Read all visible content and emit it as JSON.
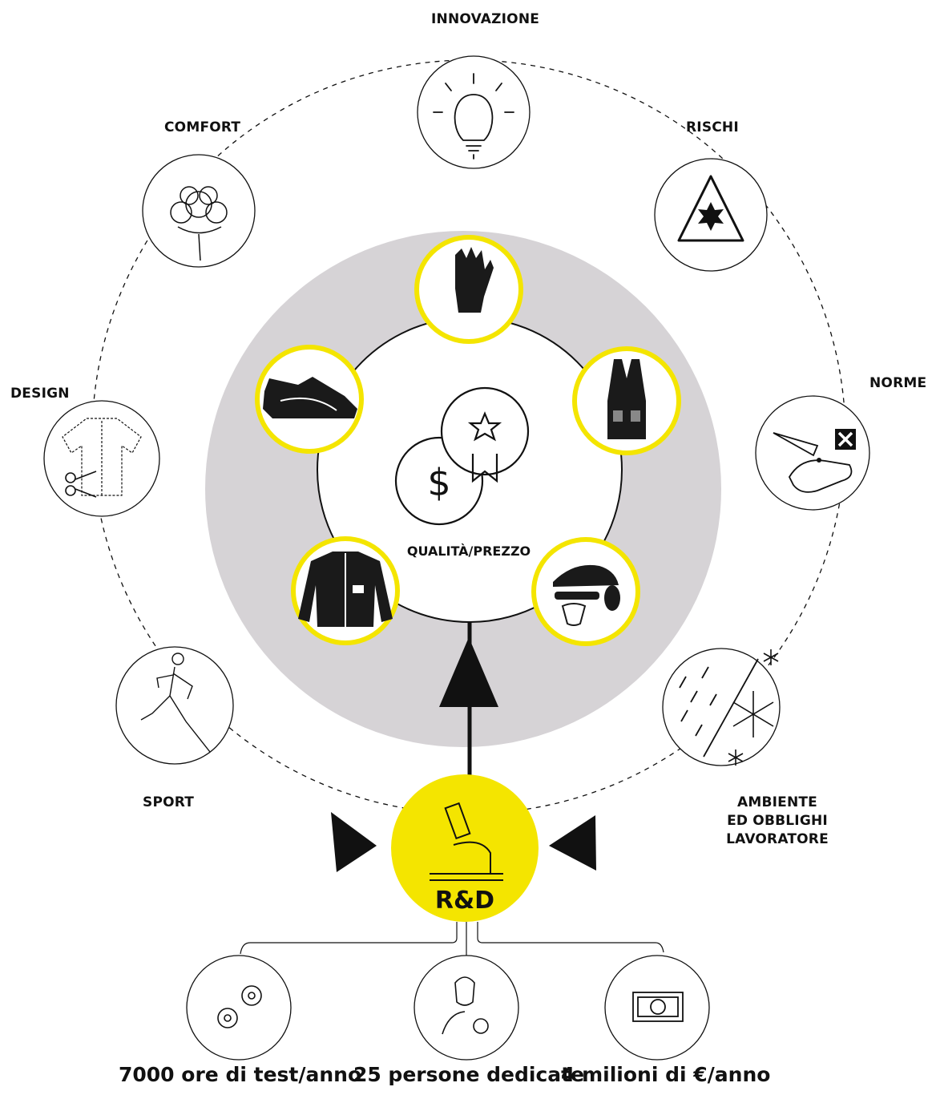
{
  "outer_ring": {
    "innovazione": "INNOVAZIONE",
    "rischi": "RISCHI",
    "comfort": "COMFORT",
    "norme": "NORME",
    "design": "DESIGN",
    "sport": "SPORT",
    "ambiente_lines": [
      "AMBIENTE",
      "ED OBBLIGHI",
      "LAVORATORE"
    ]
  },
  "center": {
    "label": "QUALITÀ/PREZZO"
  },
  "hub": {
    "label": "R&D"
  },
  "stats": [
    {
      "label": "7000 ore di test/anno"
    },
    {
      "label": "25 persone dedicate"
    },
    {
      "label": "4 milioni di €/anno"
    }
  ],
  "colors": {
    "accent_yellow": "#f4e500",
    "ring_gray": "#d6d3d6",
    "ink": "#111111"
  }
}
